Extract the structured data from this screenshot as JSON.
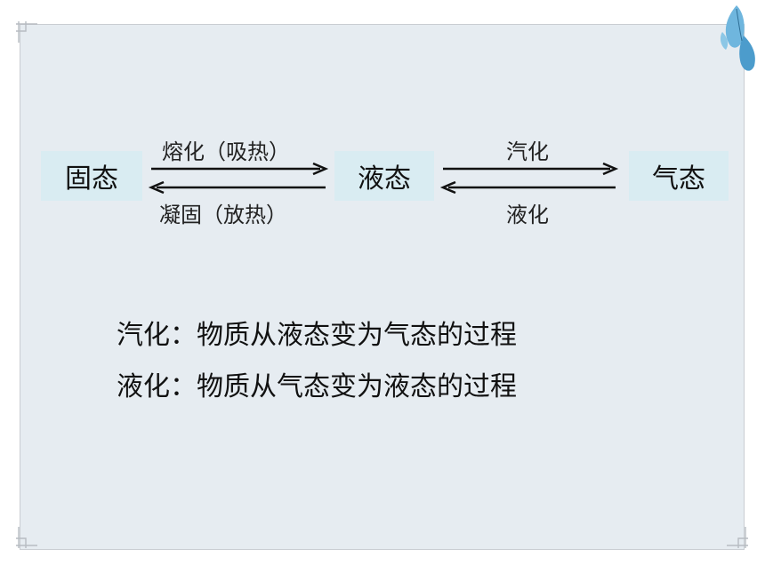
{
  "states": {
    "solid": "固态",
    "liquid": "液态",
    "gas": "气态"
  },
  "transitions": {
    "melting": "熔化（吸热）",
    "solidification": "凝固（放热）",
    "vaporization": "汽化",
    "liquefaction": "液化"
  },
  "definitions": [
    "汽化：物质从液态变为气态的过程",
    "液化：物质从气态变为液态的过程"
  ],
  "colors": {
    "panel_background": "#e6ecf1",
    "state_box": "#d9ecf2",
    "butterfly": "#5aa9d6"
  },
  "decorations": {
    "corner_ornament_icon": "fret-corner-icon",
    "butterfly_icon": "butterfly-icon"
  }
}
